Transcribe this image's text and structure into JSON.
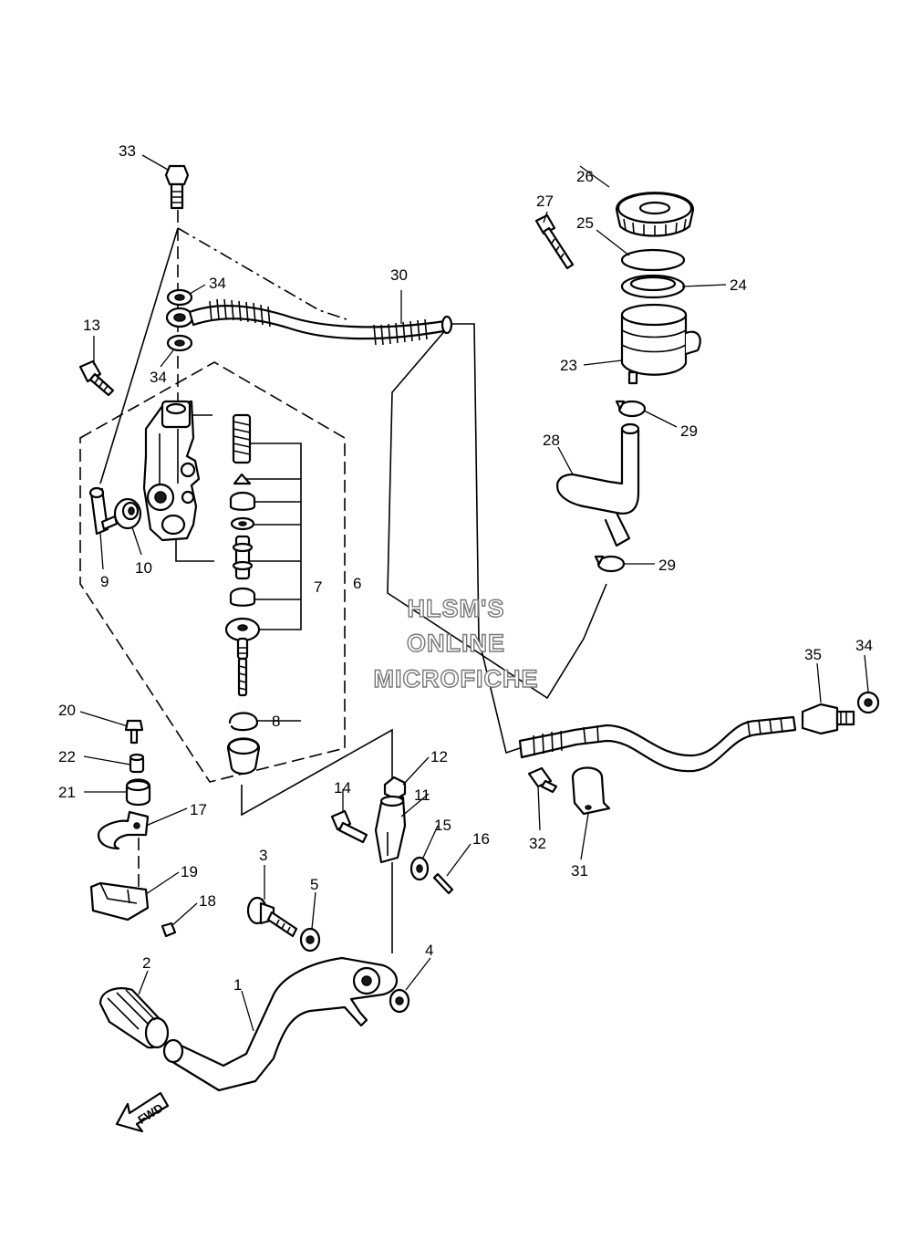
{
  "watermark": {
    "line1": "HLSM'S",
    "line2": "ONLINE",
    "line3": "MICROFICHE"
  },
  "direction_label": "FWD",
  "callouts": {
    "c1": "1",
    "c2": "2",
    "c3": "3",
    "c4": "4",
    "c5": "5",
    "c6": "6",
    "c7": "7",
    "c8": "8",
    "c9": "9",
    "c10": "10",
    "c11": "11",
    "c12": "12",
    "c13": "13",
    "c14": "14",
    "c15": "15",
    "c16": "16",
    "c17": "17",
    "c18": "18",
    "c19": "19",
    "c20": "20",
    "c21": "21",
    "c22": "22",
    "c23": "23",
    "c24": "24",
    "c25": "25",
    "c26": "26",
    "c27": "27",
    "c28": "28",
    "c29a": "29",
    "c29b": "29",
    "c30": "30",
    "c31": "31",
    "c32": "32",
    "c33": "33",
    "c34a": "34",
    "c34b": "34",
    "c34c": "34",
    "c35": "35"
  }
}
